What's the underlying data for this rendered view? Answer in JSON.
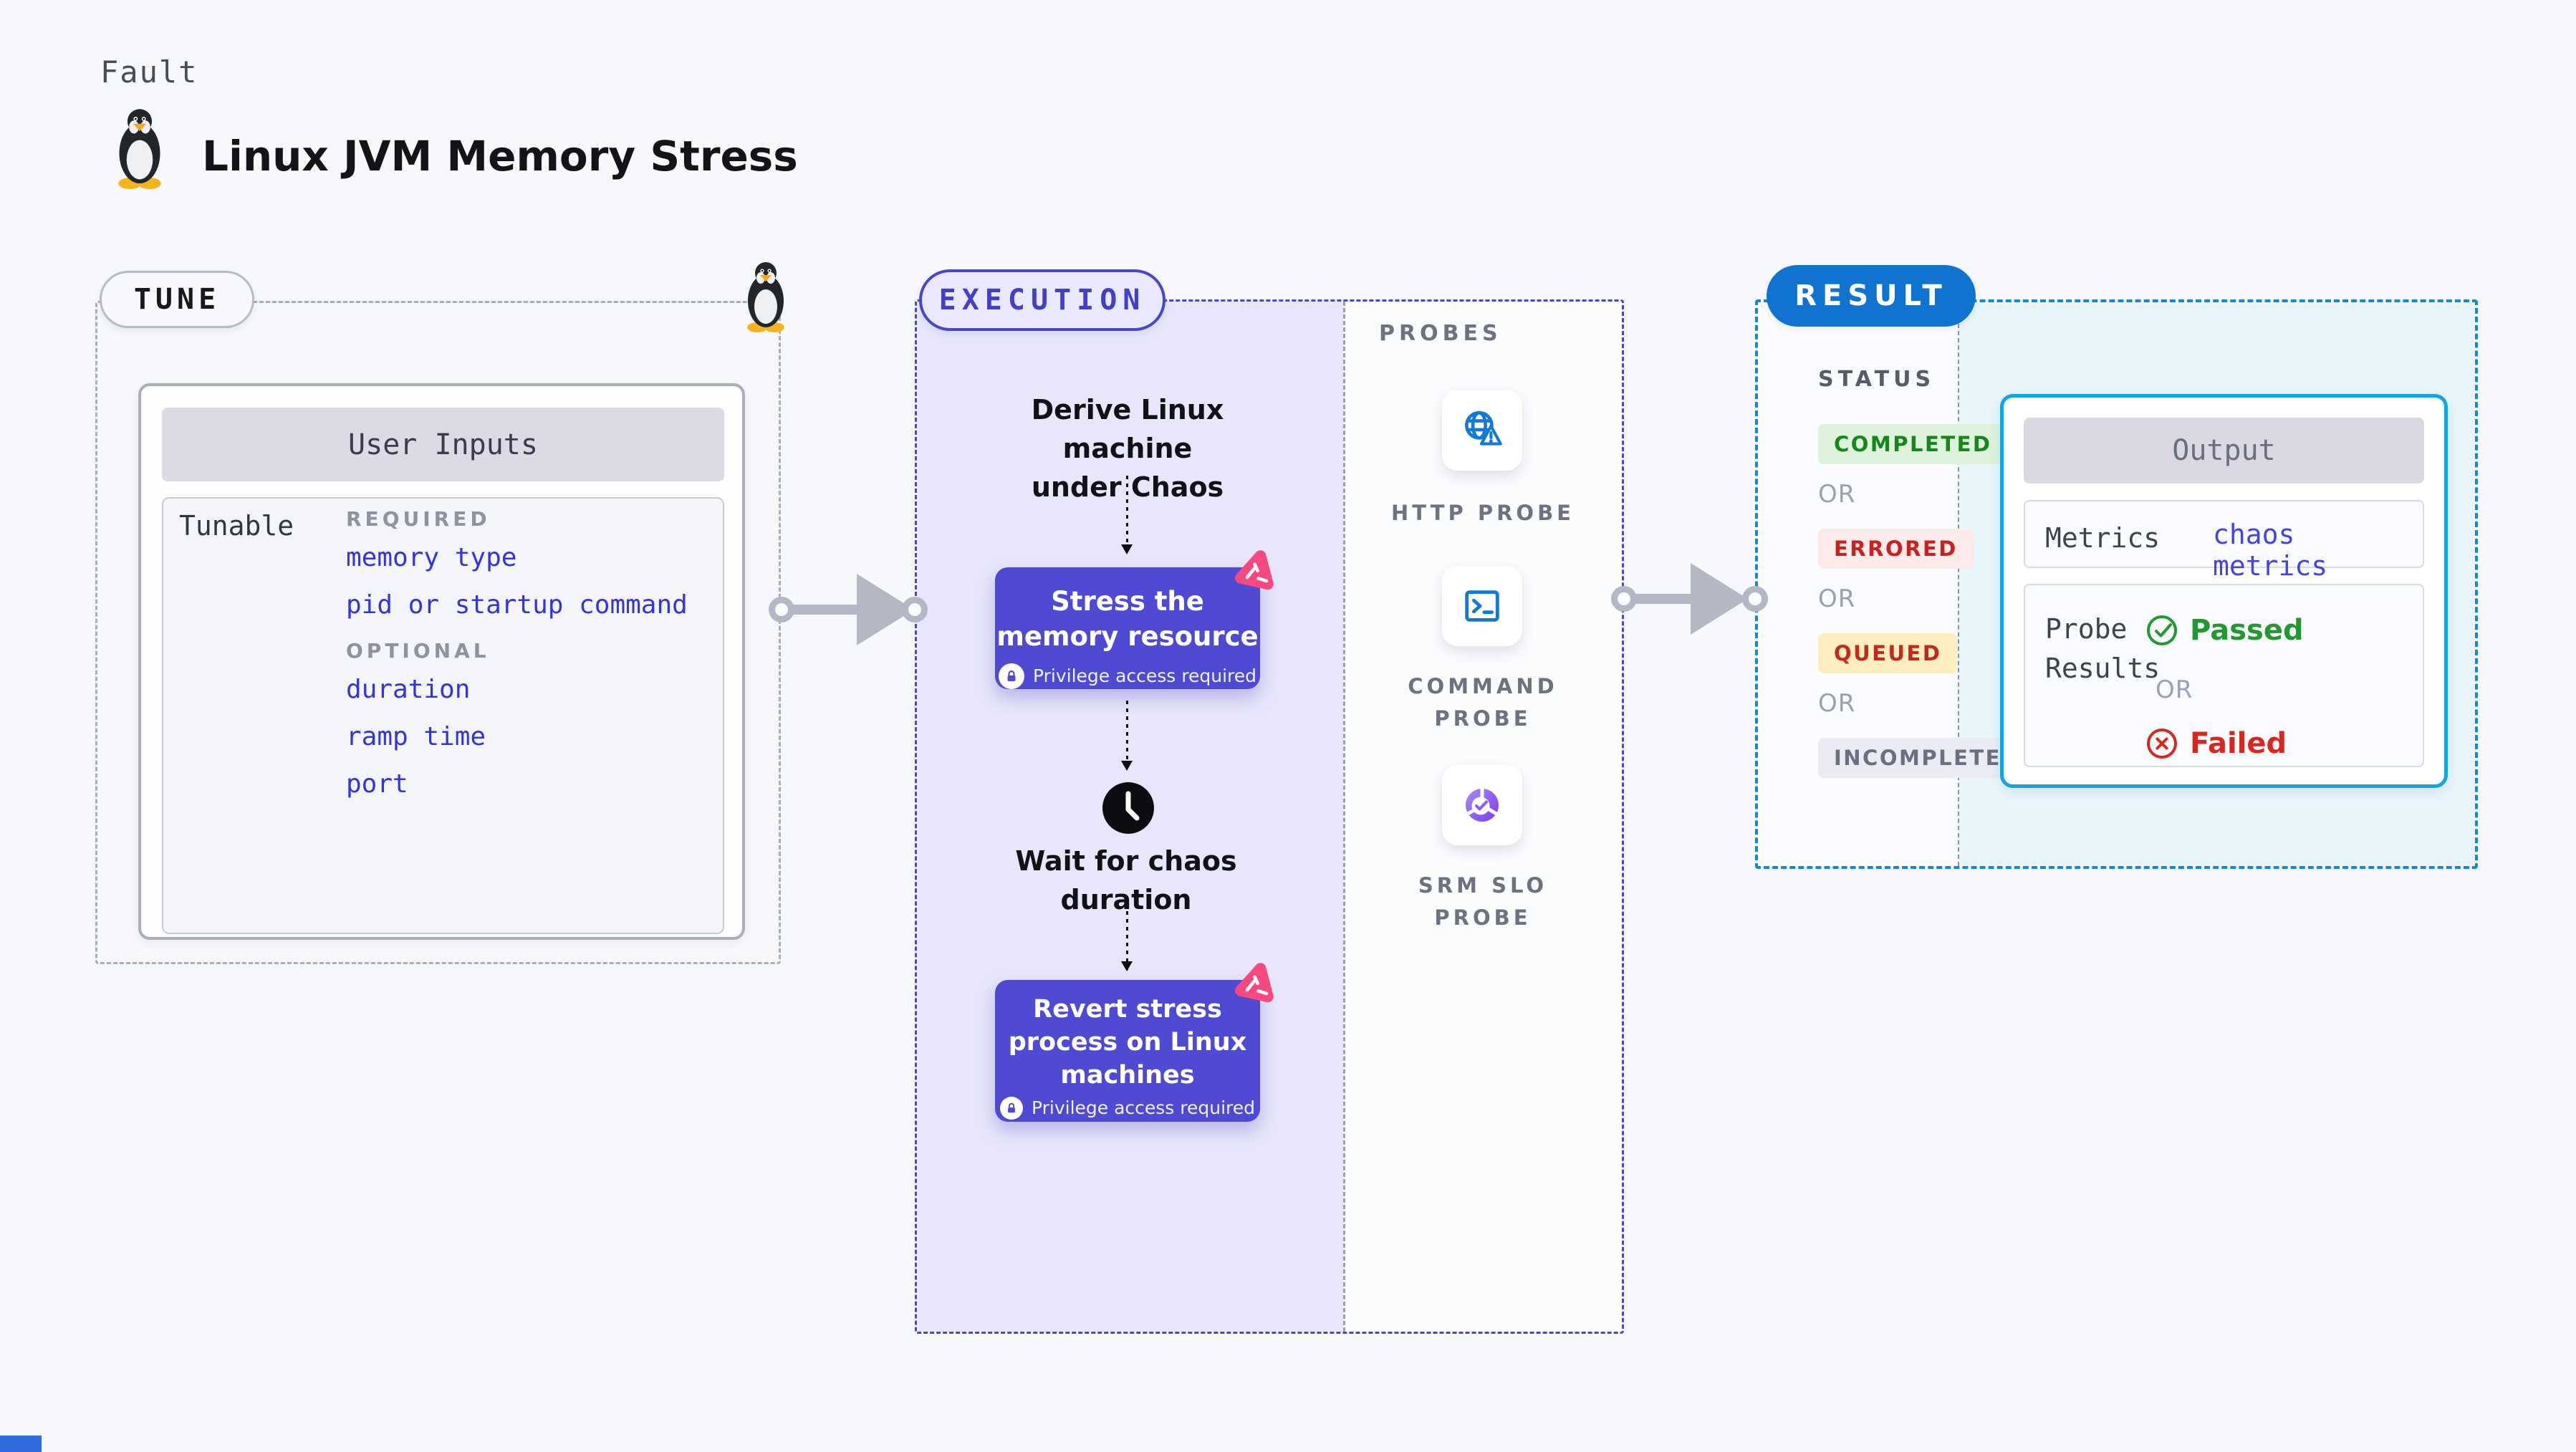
{
  "page": {
    "kicker": "Fault",
    "title": "Linux JVM Memory Stress",
    "background": "#f7f8fb",
    "accent_purple": "#4e4ad2",
    "accent_indigo": "#4a47cd",
    "accent_blue": "#1173d0",
    "accent_cyan": "#13a5de",
    "accent_pink": "#f7497f",
    "link_blue": "#3434dd"
  },
  "tune": {
    "badge": "TUNE",
    "card_header": "User Inputs",
    "row_label": "Tunable",
    "required_label": "REQUIRED",
    "required_items": [
      "memory type",
      "pid or startup command"
    ],
    "optional_label": "OPTIONAL",
    "optional_items": [
      "duration",
      "ramp time",
      "port"
    ]
  },
  "execution": {
    "badge": "EXECUTION",
    "derive_lines": [
      "Derive Linux machine",
      "under Chaos"
    ],
    "stress_lines": [
      "Stress the",
      "memory resource"
    ],
    "wait_lines": [
      "Wait for chaos",
      "duration"
    ],
    "revert_lines": [
      "Revert stress",
      "process on Linux",
      "machines"
    ],
    "privilege": "Privilege access required"
  },
  "probes": {
    "label": "PROBES",
    "items": [
      {
        "icon": "globe-alert-icon",
        "lines": [
          "HTTP PROBE",
          ""
        ]
      },
      {
        "icon": "terminal-icon",
        "lines": [
          "COMMAND",
          "PROBE"
        ]
      },
      {
        "icon": "slo-pie-icon",
        "lines": [
          "SRM SLO",
          "PROBE"
        ]
      }
    ]
  },
  "result": {
    "badge": "RESULT",
    "status_label": "STATUS",
    "or": "OR",
    "statuses": [
      {
        "label": "COMPLETED",
        "bg": "#def3dc",
        "color": "#17871d"
      },
      {
        "label": "ERRORED",
        "bg": "#fbeaea",
        "color": "#cb2020"
      },
      {
        "label": "QUEUED",
        "bg": "#fdeec0",
        "color": "#c22a1e"
      },
      {
        "label": "INCOMPLETED",
        "bg": "#ebecf3",
        "color": "#6a7080"
      }
    ],
    "output": {
      "header": "Output",
      "metrics_label": "Metrics",
      "metrics_value": "chaos metrics",
      "probe_results_lines": [
        "Probe",
        "Results"
      ],
      "passed": "Passed",
      "or": "OR",
      "failed": "Failed"
    }
  }
}
